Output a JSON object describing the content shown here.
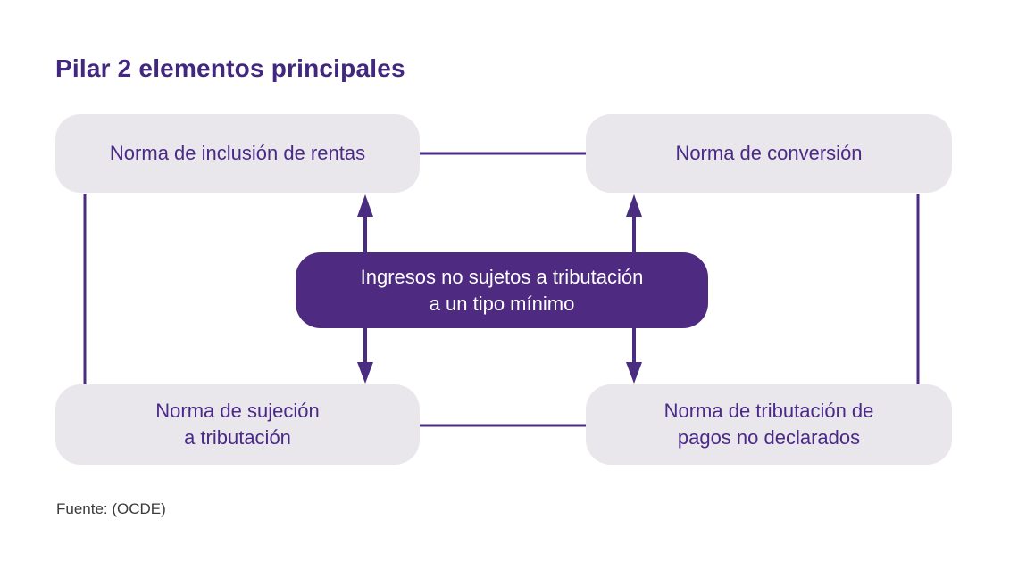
{
  "title": "Pilar 2 elementos principales",
  "source": "Fuente: (OCDE)",
  "colors": {
    "title_color": "#41277E",
    "node_text": "#4B2A87",
    "box_bg": "#E9E7EC",
    "center_bg": "#4E2B80",
    "center_text": "#FFFFFF",
    "line_color": "#4A2C80",
    "source_color": "#3B3B3B"
  },
  "nodes": {
    "top_left": {
      "lines": [
        "Norma de inclusión de rentas",
        ""
      ]
    },
    "top_right": {
      "lines": [
        "Norma de conversión",
        ""
      ]
    },
    "center": {
      "lines": [
        "Ingresos no sujetos a tributación",
        "a un tipo mínimo"
      ]
    },
    "bottom_left": {
      "lines": [
        "Norma de sujeción",
        "a tributación"
      ]
    },
    "bottom_right": {
      "lines": [
        "Norma de tributación de",
        "pagos no declarados"
      ]
    }
  }
}
